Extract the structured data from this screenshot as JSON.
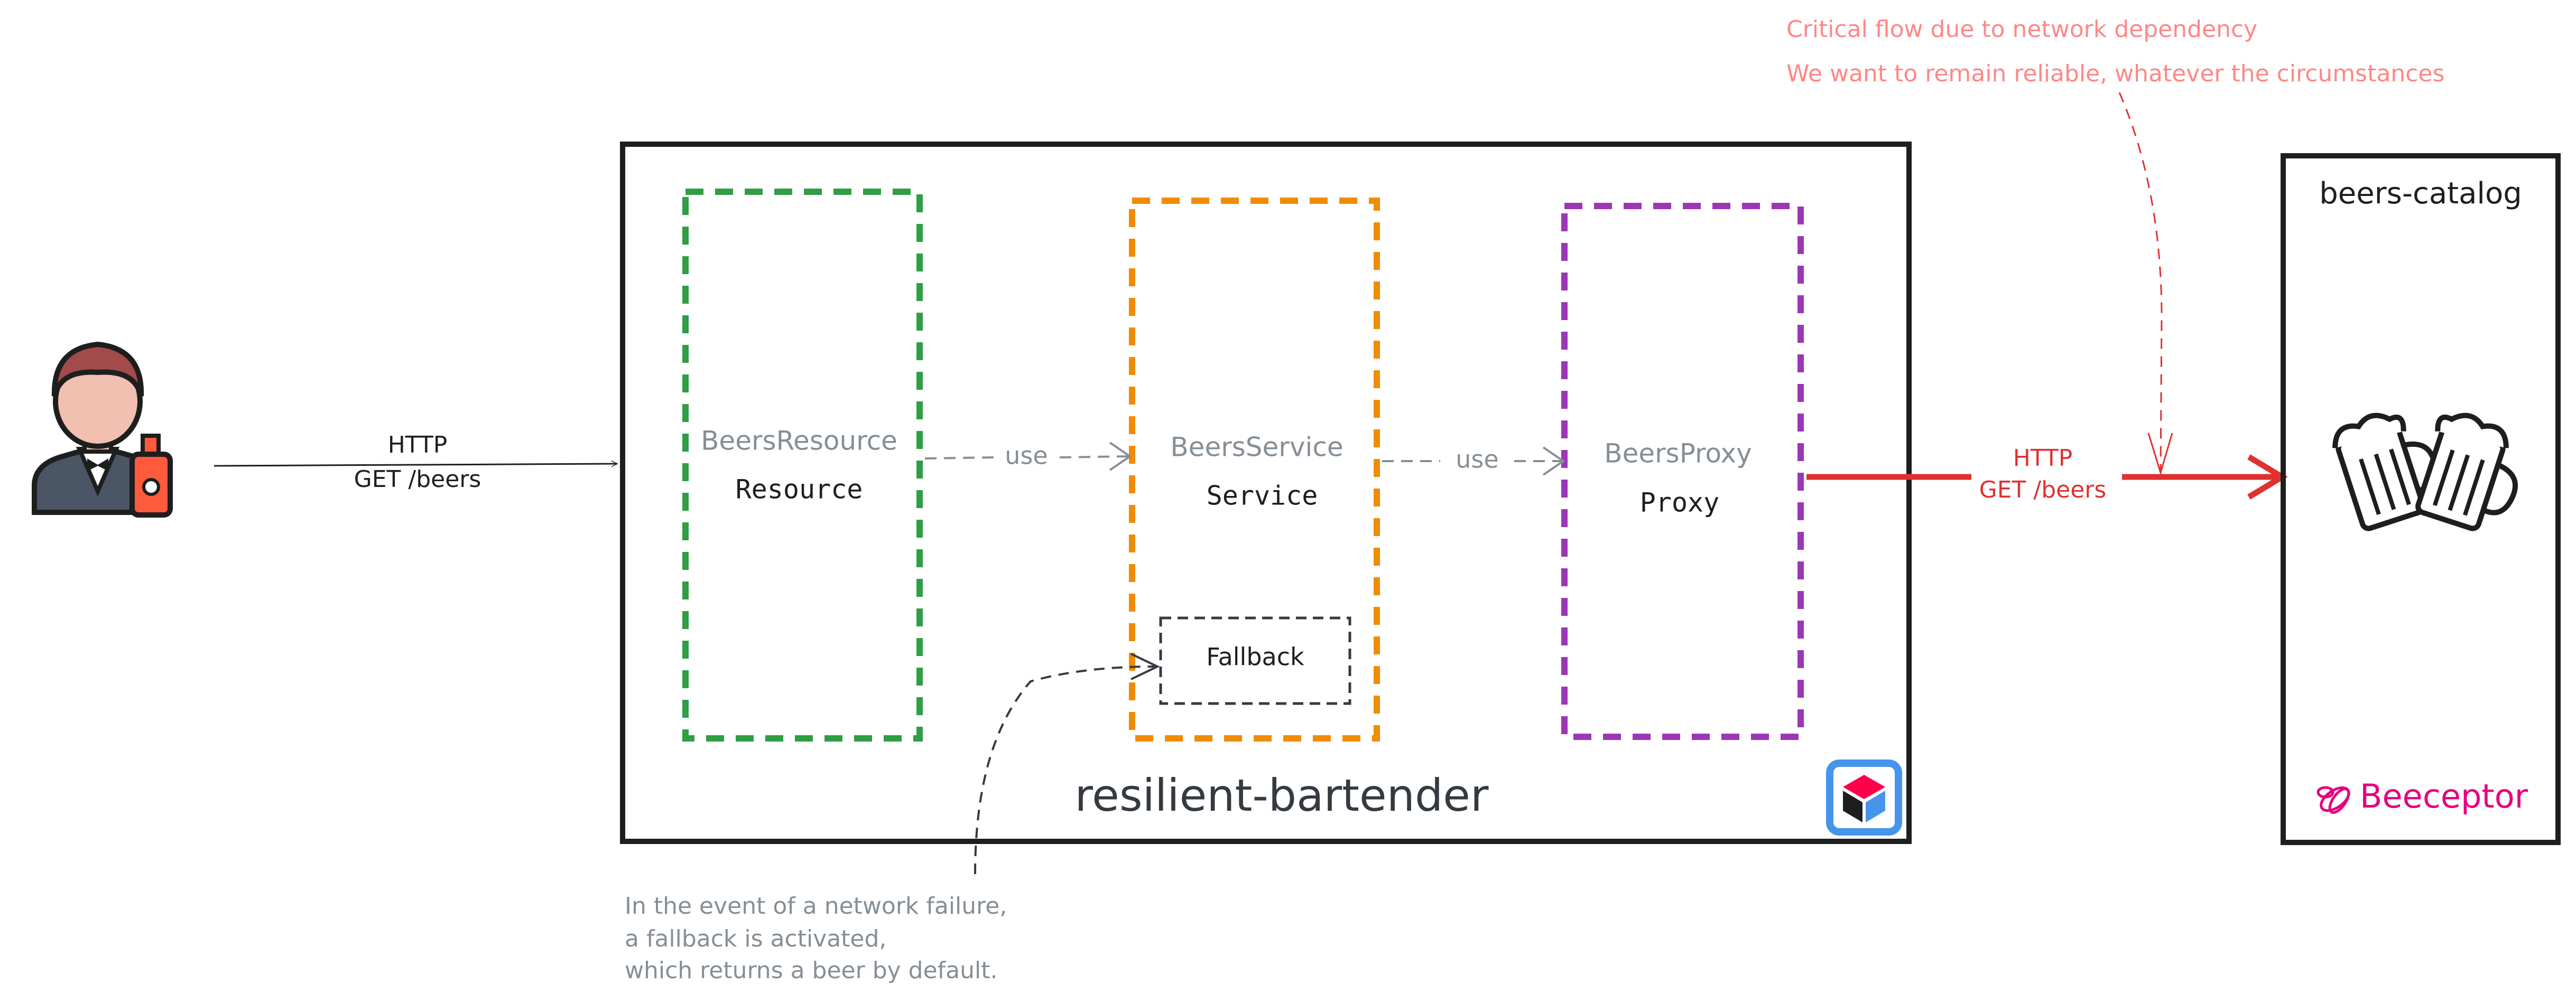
{
  "colors": {
    "ink": "#1e1e1e",
    "muted": "#868e96",
    "resource": "#2f9e44",
    "service": "#f08c00",
    "proxy": "#9c36b5",
    "critical": "#e03131",
    "note_red": "#ff8787",
    "note_gray": "#868e96",
    "beeceptor": "#e6007e",
    "quarkus_blue": "#4695eb"
  },
  "client": {
    "request_protocol": "HTTP",
    "request_path": "GET /beers"
  },
  "app": {
    "name": "resilient-bartender",
    "resource": {
      "class_name": "BeersResource",
      "role": "Resource"
    },
    "service": {
      "class_name": "BeersService",
      "role": "Service",
      "fallback_label": "Fallback"
    },
    "proxy": {
      "class_name": "BeersProxy",
      "role": "Proxy"
    },
    "resource_to_service": "use",
    "service_to_proxy": "use"
  },
  "remote_call": {
    "protocol": "HTTP",
    "path": "GET /beers"
  },
  "catalog": {
    "name": "beers-catalog",
    "mock_provider": "Beeceptor"
  },
  "notes": {
    "critical_line1": "Critical flow due to network dependency",
    "critical_line2": "We want to remain reliable, whatever the circumstances",
    "fallback_line1": "In the event of a network failure,",
    "fallback_line2": "a fallback is activated,",
    "fallback_line3": "which returns a beer by default."
  },
  "icons": {
    "client": "waiter-with-bottle-icon",
    "beer": "beer-mugs-cheers-icon",
    "quarkus": "quarkus-logo-icon",
    "beeceptor": "bee-logo-icon"
  }
}
